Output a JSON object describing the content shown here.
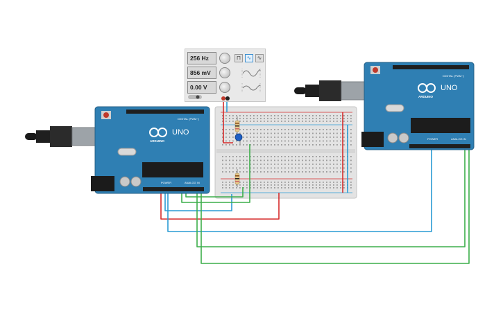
{
  "function_generator": {
    "frequency": "256 Hz",
    "amplitude": "856 mV",
    "offset": "0.00 V",
    "wave_buttons": [
      "⊓",
      "∿",
      "∿"
    ],
    "active_wave_index": 1
  },
  "arduino_left": {
    "logo": "UNO",
    "brand": "ARDUINO",
    "digital_label": "DIGITAL (PWM~)",
    "power_label": "POWER",
    "analog_label": "ANALOG IN"
  },
  "arduino_right": {
    "logo": "UNO",
    "brand": "ARDUINO",
    "digital_label": "DIGITAL (PWM~)",
    "power_label": "POWER",
    "analog_label": "ANALOG IN"
  },
  "colors": {
    "board": "#2f7fb3",
    "wire_red": "#d62b2b",
    "wire_blue": "#2a9bd4",
    "wire_green": "#3cae4a"
  }
}
